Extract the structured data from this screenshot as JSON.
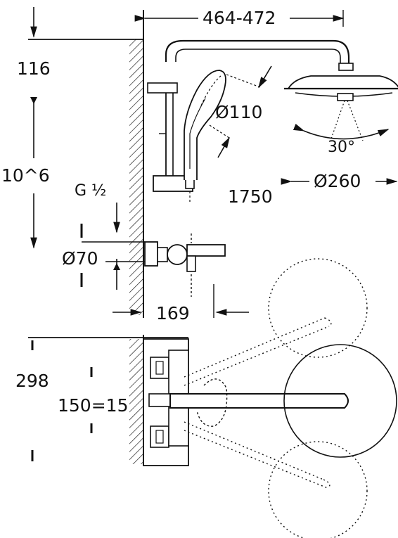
{
  "dimensions": {
    "arm_length": "464-472",
    "top_offset": "116",
    "riser_height": "10^6",
    "thread": "G ½",
    "flange_diameter": "Ø70",
    "hand_shower_diameter": "Ø110",
    "shower_height": "1750",
    "head_diameter": "Ø260",
    "spray_angle": "30°",
    "mixer_projection": "169",
    "bottom_height": "298",
    "centers": "150=15"
  }
}
